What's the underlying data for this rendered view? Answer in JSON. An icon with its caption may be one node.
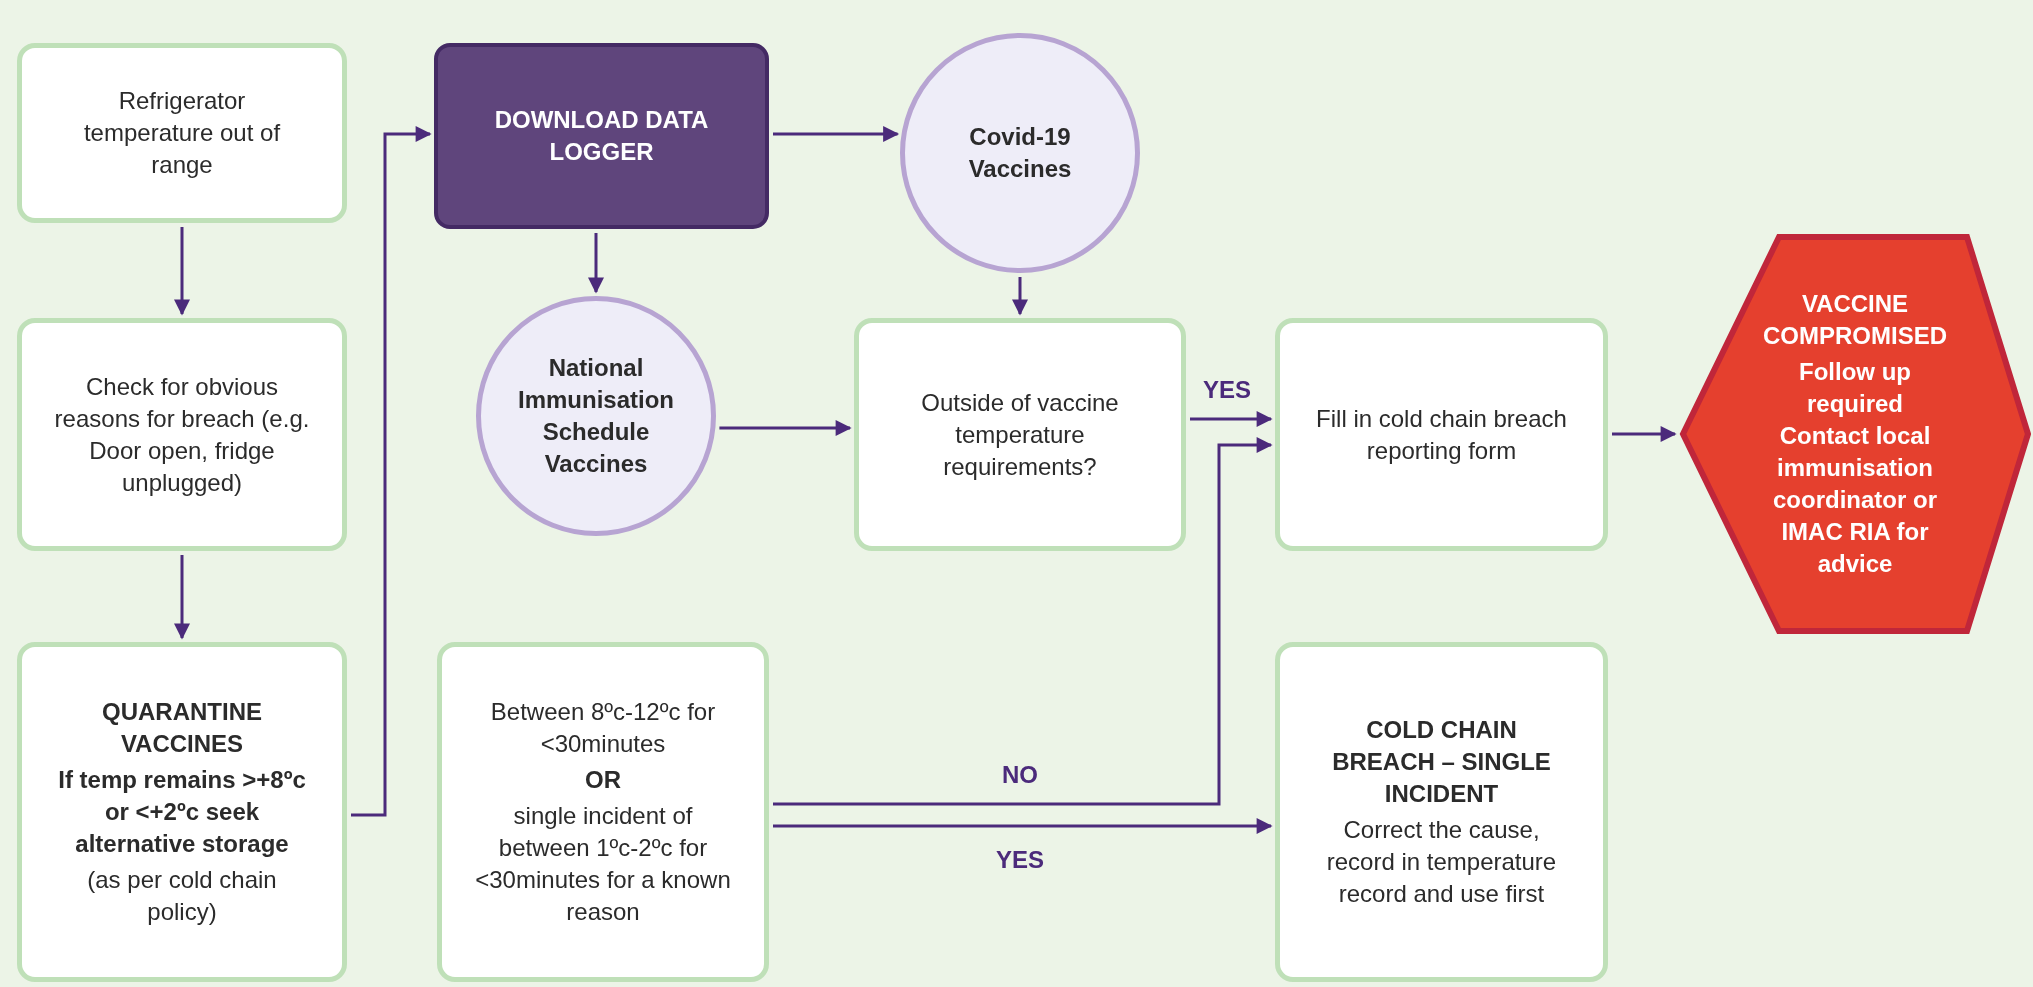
{
  "diagram": {
    "nodes": [
      {
        "text": [
          "Refrigerator temperature out of range"
        ]
      },
      {
        "text": [
          "Check for obvious reasons for breach (e.g. Door open, fridge unplugged)"
        ]
      },
      {
        "text": [
          "QUARANTINE VACCINES",
          "If temp remains >+8ºc or <+2ºc seek alternative storage",
          "(as per cold chain policy)"
        ]
      },
      {
        "text": [
          "DOWNLOAD DATA LOGGER"
        ]
      },
      {
        "text": [
          "Covid-19 Vaccines"
        ]
      },
      {
        "text": [
          "National Immunisation Schedule Vaccines"
        ]
      },
      {
        "text": [
          "Outside of vaccine temperature requirements?"
        ]
      },
      {
        "text": [
          "Fill in cold chain breach reporting form"
        ]
      },
      {
        "text": [
          "VACCINE COMPROMISED",
          "Follow up required Contact local immunisation coordinator or IMAC RIA for advice"
        ]
      },
      {
        "text": [
          "Between 8ºc-12ºc for <30minutes",
          "OR",
          "single incident of between 1ºc-2ºc for <30minutes for a known reason"
        ]
      },
      {
        "text": [
          "COLD CHAIN BREACH – SINGLE INCIDENT",
          "Correct the cause, record in temperature record and use first"
        ]
      }
    ],
    "edges": [
      {
        "from": 0,
        "to": 1,
        "arrow": "to"
      },
      {
        "from": 1,
        "to": 2,
        "arrow": "to"
      },
      {
        "from": 2,
        "to": 3,
        "arrow": "to"
      },
      {
        "from": 3,
        "to": 4,
        "arrow": "to"
      },
      {
        "from": 3,
        "to": 5,
        "arrow": "to"
      },
      {
        "from": 4,
        "to": 6,
        "arrow": "to"
      },
      {
        "from": 5,
        "to": 6,
        "arrow": "to"
      },
      {
        "from": 6,
        "to": 7,
        "arrow": "to",
        "label": "YES"
      },
      {
        "from": 9,
        "to": 7,
        "arrow": "to",
        "label": "NO"
      },
      {
        "from": 9,
        "to": 10,
        "arrow": "to",
        "label": "YES"
      },
      {
        "from": 7,
        "to": 8,
        "arrow": "to"
      }
    ]
  }
}
